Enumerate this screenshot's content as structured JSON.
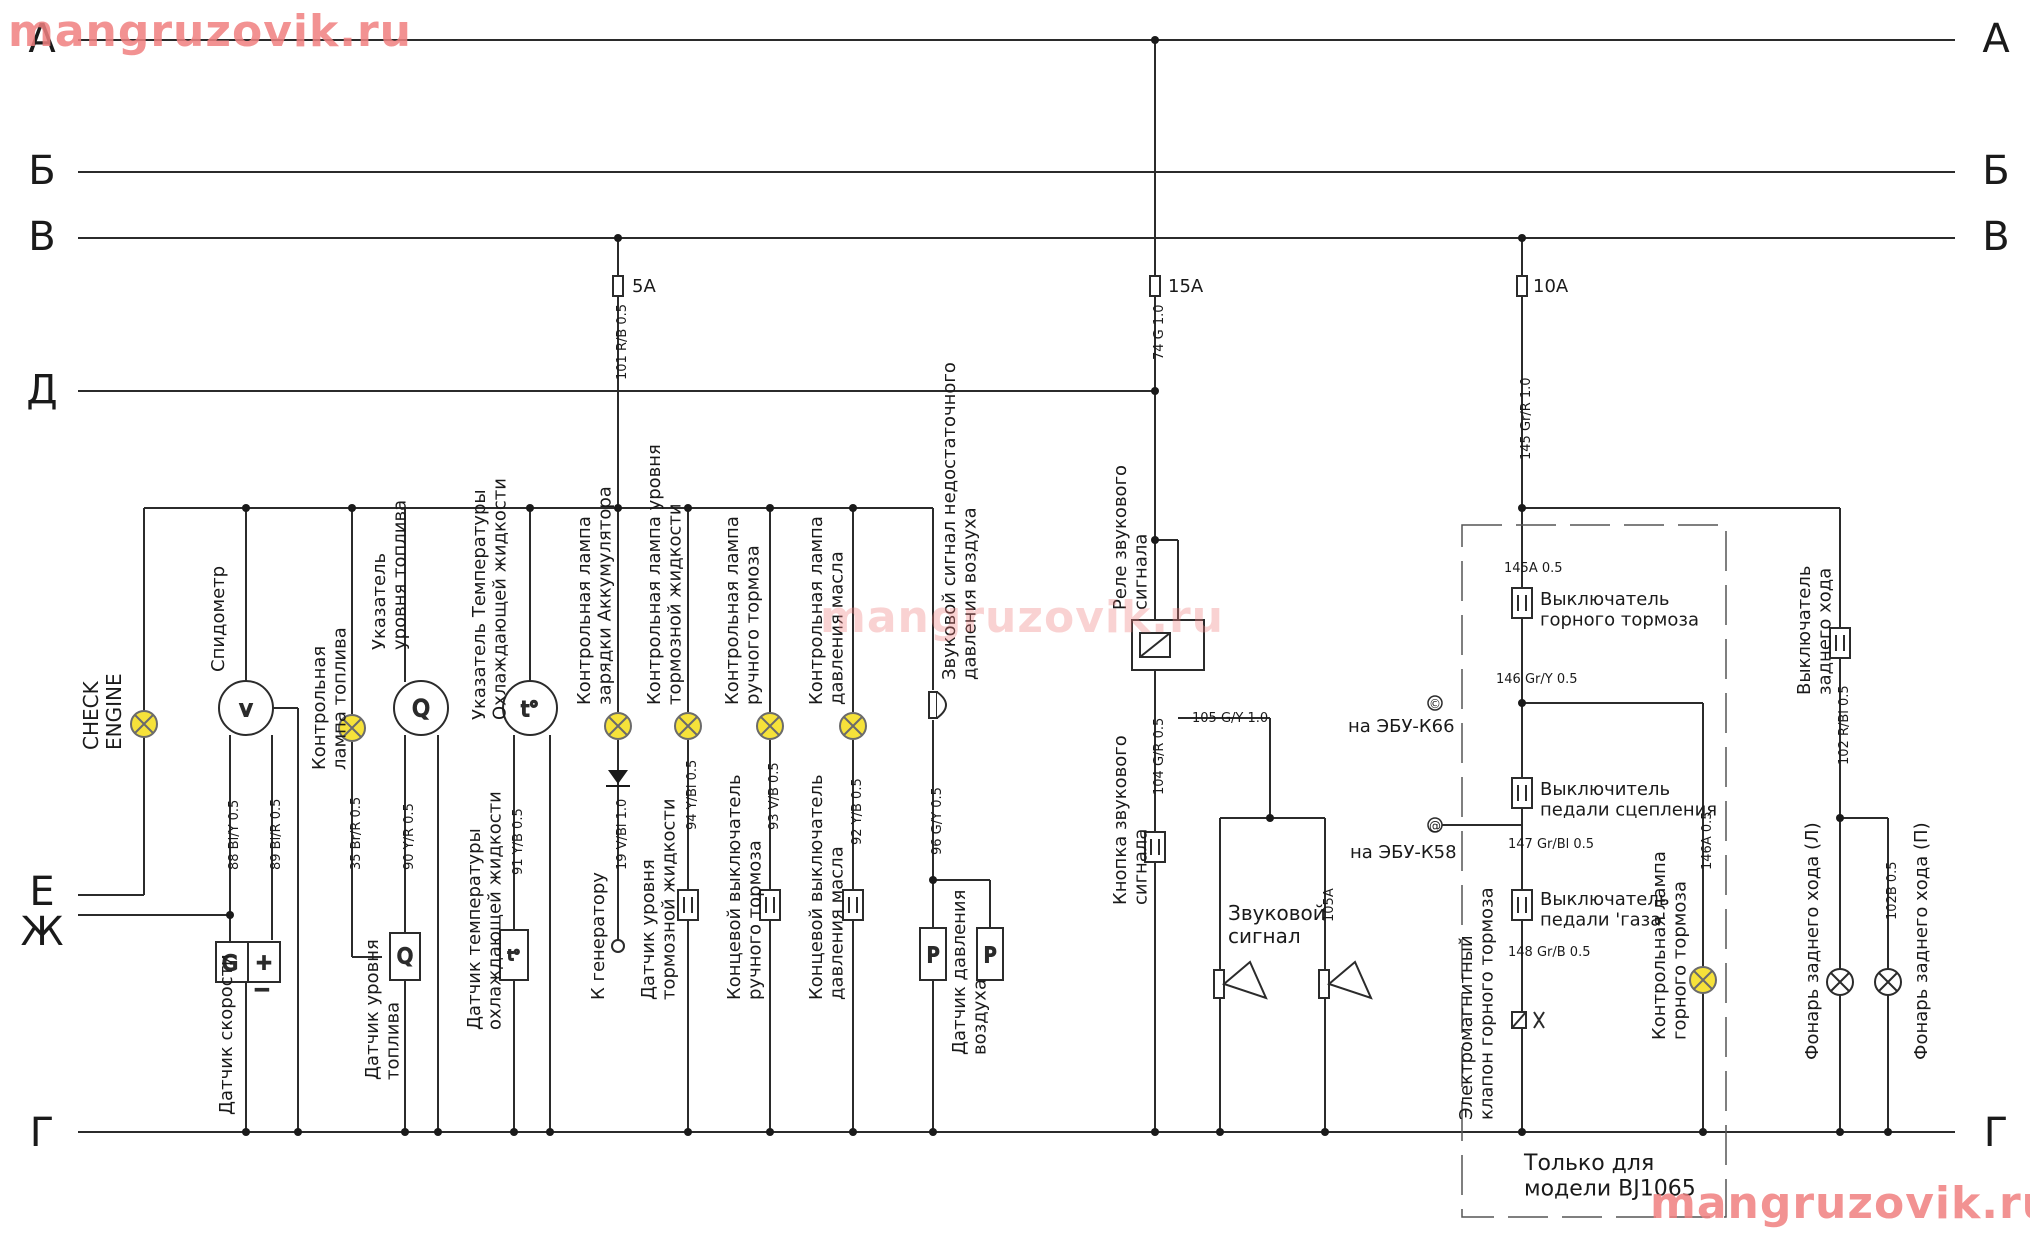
{
  "watermark": "mangruzovik.ru",
  "rails": {
    "A": "А",
    "B": "Б",
    "V": "В",
    "D": "Д",
    "E": "Е",
    "Zh": "Ж",
    "G": "Г"
  },
  "fuses": {
    "f1": "5А",
    "f2": "15А",
    "f3": "10А"
  },
  "components": {
    "check_engine": "CHECK\nENGINE",
    "speedometer": "Спидометр",
    "speedometer_symbol": "v",
    "fuel_lamp": "Контрольная\nлампа топлива",
    "fuel_gauge": "Указатель\nуровня топлива",
    "fuel_gauge_symbol": "Q",
    "temp_gauge": "Указатель Температуры\nОхлаждающей жидкости",
    "temp_gauge_symbol": "t°",
    "charge_lamp": "Контрольная лампа\nзарядки Аккумулятора",
    "brake_fluid_lamp": "Контрольная лампа уровня\nтормозной жидкости",
    "hand_brake_lamp": "Контрольная лампа\nручного тормоза",
    "oil_lamp": "Контрольная лампа\nдавления масла",
    "air_buzzer": "Звуковой сигнал недостаточного\nдавления воздуха",
    "horn_relay": "Реле звукового\nсигнала",
    "horn_button": "Кнопка звукового\nсигнала",
    "horn": "Звуковой\nсигнал",
    "speed_sensor": "Датчик скорости",
    "speed_sensor_g": "G",
    "fuel_sensor": "Датчик уровня\nтоплива",
    "fuel_sensor_symbol": "Q",
    "temp_sensor": "Датчик температуры\nохлаждающей жидкости",
    "generator": "К генератору",
    "brake_fluid_sensor": "Датчик уровня\nтормозной жидкости",
    "hand_brake_switch": "Концевой выключатель\nручного тормоза",
    "oil_switch": "Концевой выключатель\nдавления масла",
    "air_sensor": "Датчик давления\nвоздуха",
    "air_sensor_symbol": "P",
    "mountain_brake_switch": "Выключатель\nгорного тормоза",
    "clutch_switch": "Выключитель\nпедали сцепления",
    "gas_switch": "Выключатель\nпедали 'газа'",
    "mountain_valve": "Электромагнитный\nклапон горного тормоза",
    "mountain_lamp": "Контрольная лампа\nгорного тормоза",
    "reverse_switch": "Выключатель\nзаднего хода",
    "reverse_lamp_l": "Фонарь заднего хода (Л)",
    "reverse_lamp_r": "Фонарь заднего хода (П)",
    "ecu_k66": "на ЭБУ-К66",
    "ecu_k58": "на ЭБУ-К58",
    "ecu_k66_mark": "©",
    "ecu_k58_mark": "@",
    "note": "Только для\nмодели BJ1065"
  },
  "wires": {
    "w_101": "101 R/B 0.5",
    "w_74": "74 G 1.0",
    "w_145": "145 Gr/R 1.0",
    "w_88": "88 Bl/Y 0.5",
    "w_89": "89 Bl/R 0.5",
    "w_35": "35 Br/R 0.5",
    "w_90": "90 Y/R 0.5",
    "w_91": "91 Y/B 0.5",
    "w_19": "19 V/Bl 1.0",
    "w_94": "94 Y/Bl 0.5",
    "w_93": "93 V/B 0.5",
    "w_92": "92 Y/B 0.5",
    "w_96": "96 G/Y 0.5",
    "w_104": "104 G/R 0.5",
    "w_105": "105 G/Y 1.0",
    "w_105a": "105А",
    "w_145a": "145А 0.5",
    "w_146": "146 Gr/Y 0.5",
    "w_147": "147 Gr/Bl 0.5",
    "w_148": "148 Gr/B 0.5",
    "w_146a": "146А 0.5",
    "w_102": "102 R/Bl 0.5",
    "w_102b": "102В 0.5"
  }
}
